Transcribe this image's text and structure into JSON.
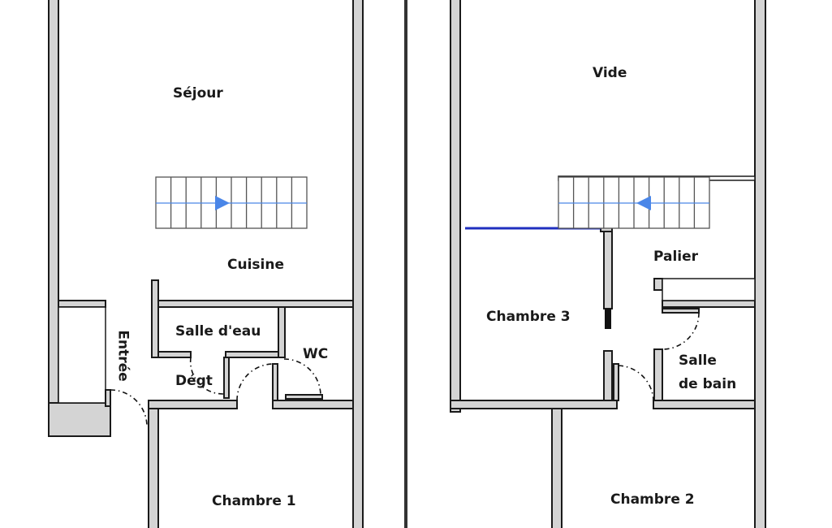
{
  "ground_floor": {
    "rooms": {
      "sejour": "Séjour",
      "cuisine": "Cuisine",
      "entree": "Entrée",
      "salle_eau": "Salle d'eau",
      "wc": "WC",
      "degt": "Dégt",
      "chambre1": "Chambre 1"
    }
  },
  "upper_floor": {
    "rooms": {
      "vide": "Vide",
      "palier": "Palier",
      "chambre3": "Chambre 3",
      "salle_bain_1": "Salle",
      "salle_bain_2": "de bain",
      "chambre2": "Chambre 2"
    }
  },
  "colors": {
    "wall": "#d4d4d4",
    "stair_arrow": "#4a86e8",
    "railing": "#1f2fbf"
  }
}
